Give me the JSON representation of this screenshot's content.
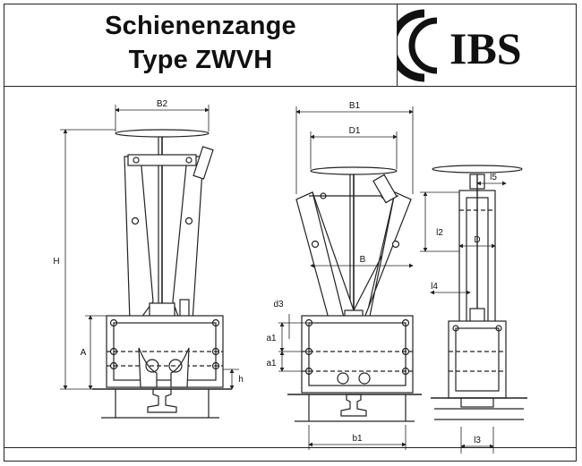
{
  "title": {
    "line1": "Schienenzange",
    "line2": "Type ZWVH"
  },
  "logo": {
    "text": "IBS"
  },
  "dimensions": {
    "front": {
      "width_top": "B2",
      "height": "H",
      "base_height": "A",
      "rail_height": "h"
    },
    "middle": {
      "width_outer": "B1",
      "width_wheel": "D1",
      "opening": "B",
      "pin_diameter": "d3",
      "spacing_1": "a1",
      "spacing_2": "a1",
      "base_width": "b1"
    },
    "side": {
      "offset_top": "l5",
      "offset_mid": "l2",
      "wheel": "D",
      "offset_low": "l4",
      "base_width": "l3"
    }
  }
}
